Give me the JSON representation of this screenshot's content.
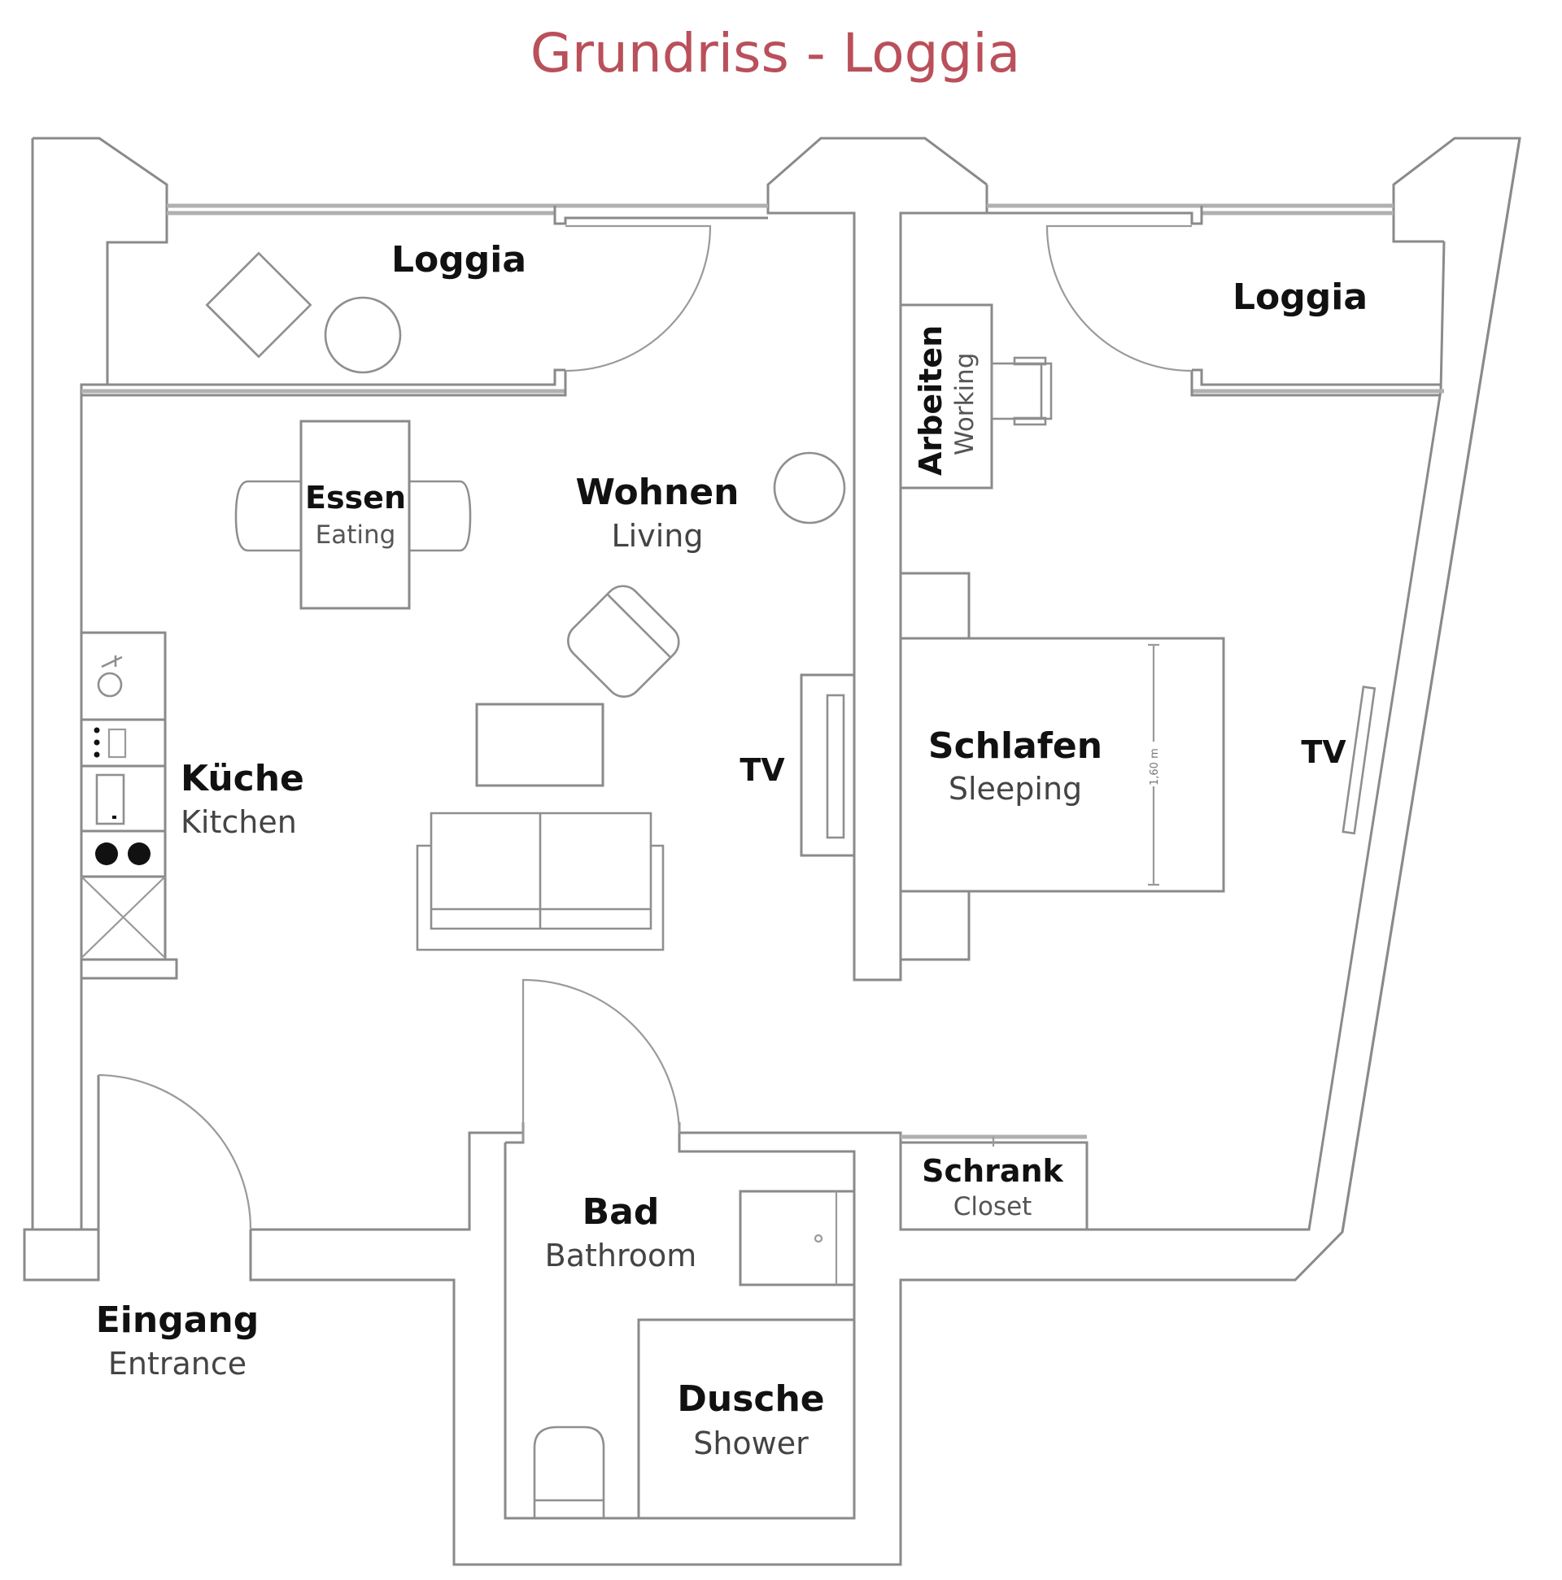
{
  "title": "Grundriss - Loggia",
  "colors": {
    "title": "#b9505a",
    "walls": "#8a8a8a",
    "labels": "#111111"
  },
  "rooms": {
    "loggia_left": {
      "de": "Loggia"
    },
    "loggia_right": {
      "de": "Loggia"
    },
    "eating": {
      "de": "Essen",
      "en": "Eating"
    },
    "living": {
      "de": "Wohnen",
      "en": "Living"
    },
    "kitchen": {
      "de": "Küche",
      "en": "Kitchen"
    },
    "working": {
      "de": "Arbeiten",
      "en": "Working"
    },
    "sleeping": {
      "de": "Schlafen",
      "en": "Sleeping"
    },
    "bathroom": {
      "de": "Bad",
      "en": "Bathroom"
    },
    "shower": {
      "de": "Dusche",
      "en": "Shower"
    },
    "closet": {
      "de": "Schrank",
      "en": "Closet"
    },
    "entrance": {
      "de": "Eingang",
      "en": "Entrance"
    }
  },
  "tv_labels": {
    "living": "TV",
    "bedroom": "TV"
  },
  "bed_dimension": "1,60 m"
}
